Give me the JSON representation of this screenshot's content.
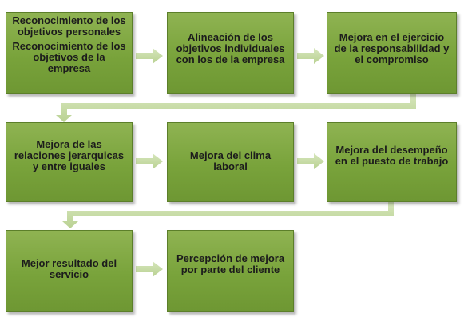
{
  "colors": {
    "box_fill": "#7aa33e",
    "box_border": "#5c7f2a",
    "arrow": "#c9dea6",
    "text": "#1c1c1c"
  },
  "boxes": [
    {
      "id": "b1",
      "lines": [
        "Reconocimiento de los objetivos personales",
        "Reconocimiento de los objetivos de la empresa"
      ]
    },
    {
      "id": "b2",
      "lines": [
        "Alineación de los objetivos individuales con los de la empresa"
      ]
    },
    {
      "id": "b3",
      "lines": [
        "Mejora en el ejercicio de la responsabilidad y el compromiso"
      ]
    },
    {
      "id": "b4",
      "lines": [
        "Mejora de las relaciones jerarquicas y entre iguales"
      ]
    },
    {
      "id": "b5",
      "lines": [
        "Mejora del clima laboral"
      ]
    },
    {
      "id": "b6",
      "lines": [
        "Mejora del desempeño en el puesto de trabajo"
      ]
    },
    {
      "id": "b7",
      "lines": [
        "Mejor resultado del servicio"
      ]
    },
    {
      "id": "b8",
      "lines": [
        "Percepción de mejora por parte del cliente"
      ]
    }
  ]
}
